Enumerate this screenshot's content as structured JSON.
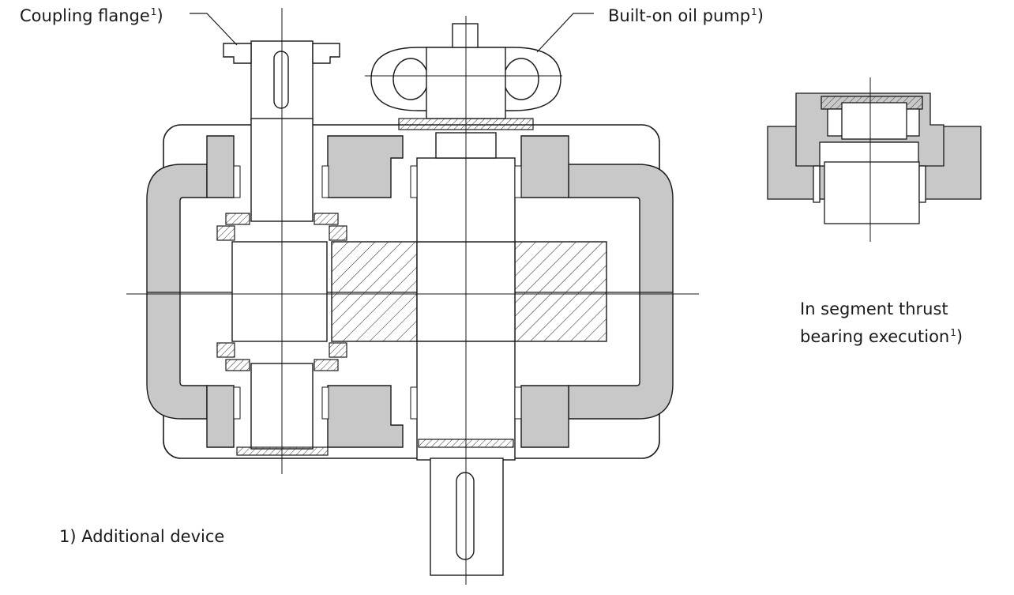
{
  "labels": {
    "coupling_flange": {
      "text": "Coupling flange",
      "sup": "1",
      "close": ")"
    },
    "oil_pump": {
      "text": "Built-on oil pump",
      "sup": "1",
      "close": ")"
    },
    "segment_line1": "In segment thrust",
    "segment_line2": {
      "text": "bearing execution",
      "sup": "1",
      "close": ")"
    },
    "footnote": "1)  Additional device"
  },
  "colors": {
    "line": "#1a1a1a",
    "housing_fill": "#c8c8c8",
    "hatch": "#333333"
  }
}
